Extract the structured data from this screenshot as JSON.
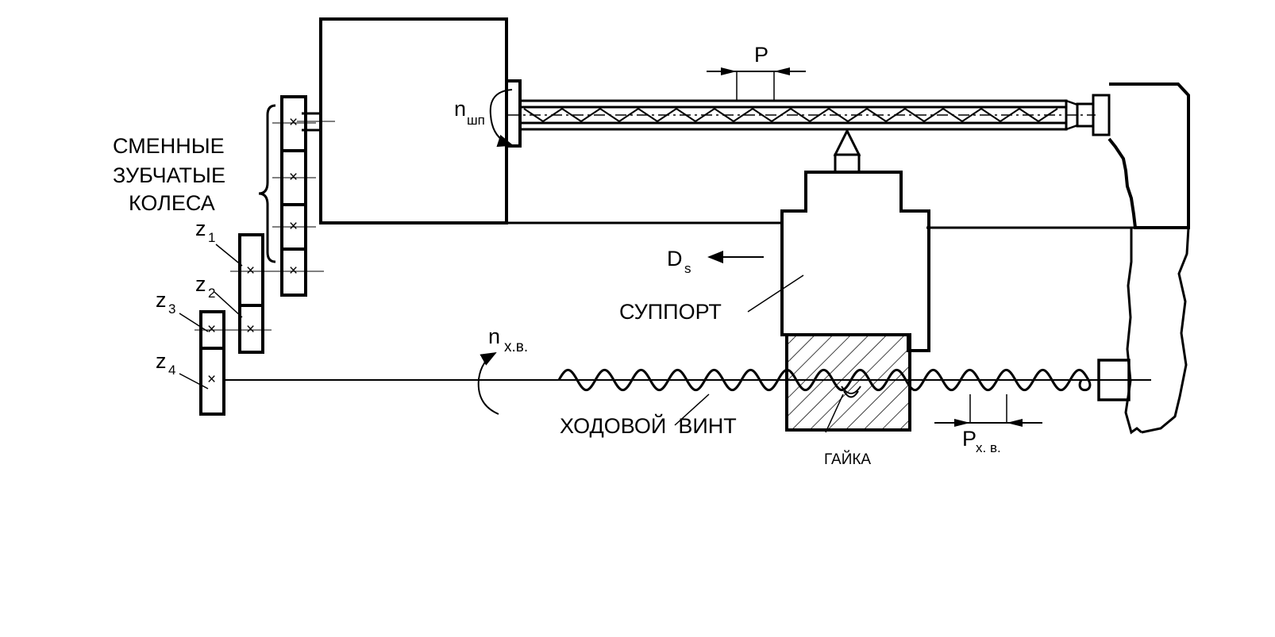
{
  "labels": {
    "gears_line1": "СМЕННЫЕ",
    "gears_line2": "ЗУБЧАТЫЕ",
    "gears_line3": "КОЛЕСА",
    "z1": "z",
    "z1_sub": "1",
    "z2": "z",
    "z2_sub": "2",
    "z3": "z",
    "z3_sub": "3",
    "z4": "z",
    "z4_sub": "4",
    "pitch": "P",
    "spindle_speed": "n",
    "spindle_speed_sub": "шп",
    "feed_direction": "D",
    "feed_direction_sub": "s",
    "carriage": "СУППОРТ",
    "leadscrew_speed": "n",
    "leadscrew_speed_sub": "х.в.",
    "leadscrew": "ХОДОВОЙ  ВИНТ",
    "nut": "ГАЙКА",
    "leadscrew_pitch": "P",
    "leadscrew_pitch_sub": "х. в."
  },
  "colors": {
    "stroke": "#000000",
    "background": "#ffffff"
  }
}
